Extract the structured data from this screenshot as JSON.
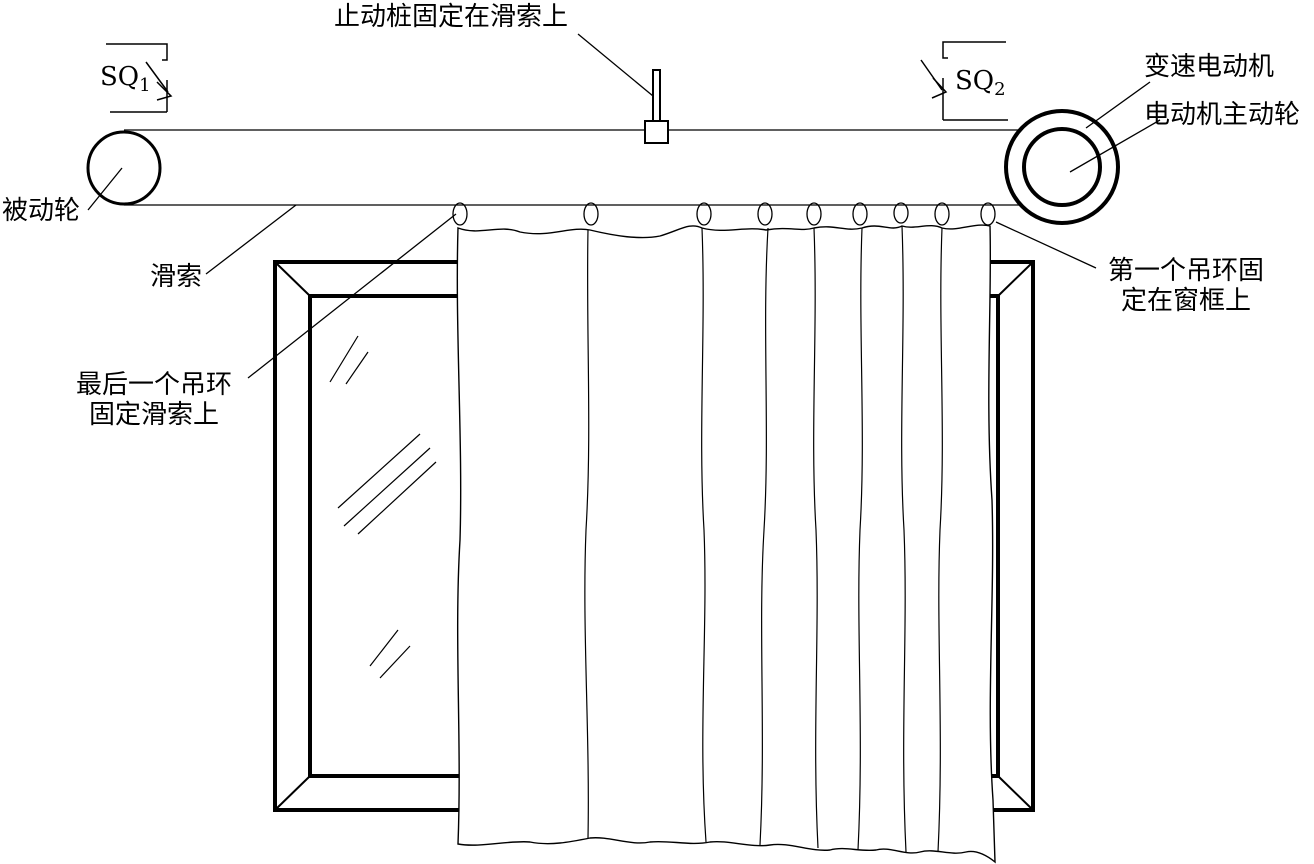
{
  "labels": {
    "stopper": "止动桩固定在滑索上",
    "variable_motor": "变速电动机",
    "motor_drive_wheel": "电动机主动轮",
    "driven_wheel": "被动轮",
    "cable": "滑索",
    "first_ring_line1": "第一个吊环固",
    "first_ring_line2": "定在窗框上",
    "last_ring_line1": "最后一个吊环",
    "last_ring_line2": "固定滑索上"
  },
  "switches": {
    "sq1_main": "SQ",
    "sq1_sub": "1",
    "sq2_main": "SQ",
    "sq2_sub": "2"
  }
}
